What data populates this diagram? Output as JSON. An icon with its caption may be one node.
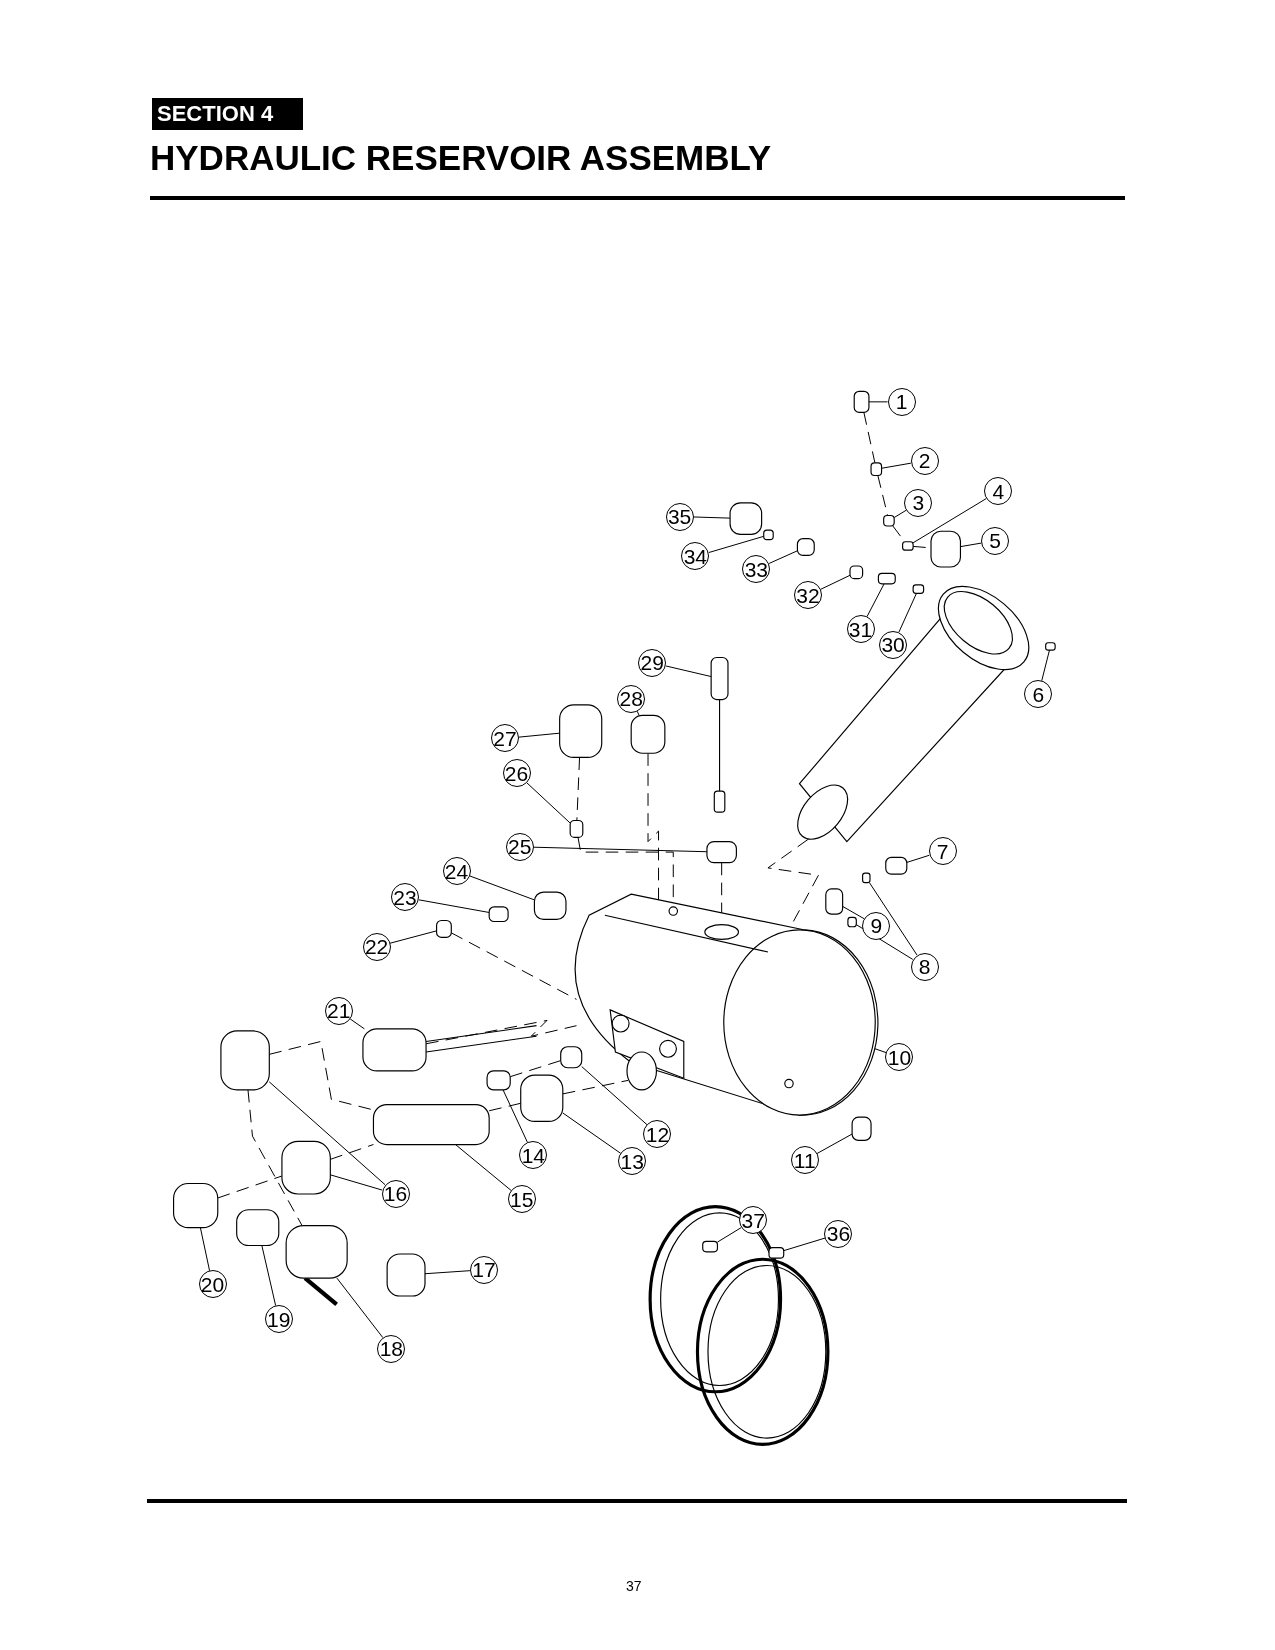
{
  "diagram": {
    "title": "HYDRAULIC RESERVOIR ASSEMBLY",
    "nodes": [
      {
        "text": [
          "1"
        ]
      },
      {
        "text": [
          "2"
        ]
      },
      {
        "text": [
          "3"
        ]
      },
      {
        "text": [
          "4"
        ]
      },
      {
        "text": [
          "5"
        ]
      },
      {
        "text": [
          "6"
        ]
      },
      {
        "text": [
          "7"
        ]
      },
      {
        "text": [
          "8"
        ]
      },
      {
        "text": [
          "9"
        ]
      },
      {
        "text": [
          "10"
        ]
      },
      {
        "text": [
          "11"
        ]
      },
      {
        "text": [
          "12"
        ]
      },
      {
        "text": [
          "13"
        ]
      },
      {
        "text": [
          "14"
        ]
      },
      {
        "text": [
          "15"
        ]
      },
      {
        "text": [
          "16"
        ]
      },
      {
        "text": [
          "17"
        ]
      },
      {
        "text": [
          "18"
        ]
      },
      {
        "text": [
          "19"
        ]
      },
      {
        "text": [
          "20"
        ]
      },
      {
        "text": [
          "21"
        ]
      },
      {
        "text": [
          "22"
        ]
      },
      {
        "text": [
          "23"
        ]
      },
      {
        "text": [
          "24"
        ]
      },
      {
        "text": [
          "25"
        ]
      },
      {
        "text": [
          "26"
        ]
      },
      {
        "text": [
          "27"
        ]
      },
      {
        "text": [
          "28"
        ]
      },
      {
        "text": [
          "29"
        ]
      },
      {
        "text": [
          "30"
        ]
      },
      {
        "text": [
          "31"
        ]
      },
      {
        "text": [
          "32"
        ]
      },
      {
        "text": [
          "33"
        ]
      },
      {
        "text": [
          "34"
        ]
      },
      {
        "text": [
          "35"
        ]
      },
      {
        "text": [
          "36"
        ]
      },
      {
        "text": [
          "37"
        ]
      },
      {
        "text": [],
        "shape": "box"
      },
      {
        "text": [],
        "shape": "box"
      },
      {
        "text": [],
        "shape": "box"
      },
      {
        "text": [],
        "shape": "box"
      },
      {
        "text": [],
        "shape": "box"
      },
      {
        "text": [],
        "shape": "box"
      },
      {
        "text": [],
        "shape": "box"
      },
      {
        "text": [],
        "shape": "box"
      },
      {
        "text": [],
        "shape": "box"
      },
      {
        "text": [],
        "shape": "box"
      },
      {
        "text": [],
        "shape": "cylinder"
      },
      {
        "text": [],
        "shape": "box"
      },
      {
        "text": [],
        "shape": "box"
      },
      {
        "text": [],
        "shape": "box"
      },
      {
        "text": [],
        "shape": "box"
      },
      {
        "text": [],
        "shape": "box"
      },
      {
        "text": [],
        "shape": "box"
      },
      {
        "text": [],
        "shape": "box"
      },
      {
        "text": [],
        "shape": "box"
      },
      {
        "text": [],
        "shape": "box"
      },
      {
        "text": [],
        "shape": "box"
      },
      {
        "text": [],
        "shape": "box"
      },
      {
        "text": [],
        "shape": "box"
      },
      {
        "text": [],
        "shape": "box"
      },
      {
        "text": [],
        "shape": "box"
      },
      {
        "text": [],
        "shape": "box"
      },
      {
        "text": [],
        "shape": "box"
      },
      {
        "text": [],
        "shape": "box"
      },
      {
        "text": [],
        "shape": "box"
      },
      {
        "text": [],
        "shape": "box"
      },
      {
        "text": [],
        "shape": "box"
      },
      {
        "text": [],
        "shape": "box"
      },
      {
        "text": [],
        "shape": "box"
      },
      {
        "text": [],
        "shape": "box"
      },
      {
        "text": [],
        "shape": "box"
      },
      {
        "text": [],
        "shape": "box"
      },
      {
        "text": [],
        "shape": "box"
      },
      {
        "text": [],
        "shape": "box"
      },
      {
        "text": [],
        "shape": "box"
      },
      {
        "text": [],
        "shape": "cylinder"
      }
    ],
    "edges": [
      {
        "from": 0,
        "to": 37,
        "arrow": "none"
      },
      {
        "from": 1,
        "to": 38,
        "arrow": "none"
      },
      {
        "from": 2,
        "to": 39,
        "arrow": "none"
      },
      {
        "from": 3,
        "to": 40,
        "arrow": "none"
      },
      {
        "from": 4,
        "to": 41,
        "arrow": "none"
      },
      {
        "from": 5,
        "to": 42,
        "arrow": "none"
      },
      {
        "from": 6,
        "to": 43,
        "arrow": "none"
      },
      {
        "from": 7,
        "to": 44,
        "arrow": "none"
      },
      {
        "from": 7,
        "to": 45,
        "arrow": "none"
      },
      {
        "from": 8,
        "to": 46,
        "arrow": "none"
      },
      {
        "from": 9,
        "to": 47,
        "arrow": "none"
      },
      {
        "from": 10,
        "to": 48,
        "arrow": "none"
      },
      {
        "from": 11,
        "to": 49,
        "arrow": "none"
      },
      {
        "from": 12,
        "to": 50,
        "arrow": "none"
      },
      {
        "from": 13,
        "to": 51,
        "arrow": "none"
      },
      {
        "from": 14,
        "to": 52,
        "arrow": "none"
      },
      {
        "from": 15,
        "to": 53,
        "arrow": "none"
      },
      {
        "from": 15,
        "to": 54,
        "arrow": "none"
      },
      {
        "from": 16,
        "to": 55,
        "arrow": "none"
      },
      {
        "from": 17,
        "to": 56,
        "arrow": "none"
      },
      {
        "from": 18,
        "to": 57,
        "arrow": "none"
      },
      {
        "from": 19,
        "to": 58,
        "arrow": "none"
      },
      {
        "from": 20,
        "to": 59,
        "arrow": "none"
      },
      {
        "from": 21,
        "to": 60,
        "arrow": "none"
      },
      {
        "from": 22,
        "to": 61,
        "arrow": "none"
      },
      {
        "from": 23,
        "to": 62,
        "arrow": "none"
      },
      {
        "from": 24,
        "to": 63,
        "arrow": "none"
      },
      {
        "from": 25,
        "to": 64,
        "arrow": "none"
      },
      {
        "from": 26,
        "to": 65,
        "arrow": "none"
      },
      {
        "from": 27,
        "to": 66,
        "arrow": "none"
      },
      {
        "from": 28,
        "to": 67,
        "arrow": "none"
      },
      {
        "from": 29,
        "to": 68,
        "arrow": "none"
      },
      {
        "from": 30,
        "to": 69,
        "arrow": "none"
      },
      {
        "from": 31,
        "to": 70,
        "arrow": "none"
      },
      {
        "from": 32,
        "to": 71,
        "arrow": "none"
      },
      {
        "from": 33,
        "to": 72,
        "arrow": "none"
      },
      {
        "from": 34,
        "to": 73,
        "arrow": "none"
      },
      {
        "from": 35,
        "to": 74,
        "arrow": "none"
      },
      {
        "from": 36,
        "to": 75,
        "arrow": "none"
      },
      {
        "from": 37,
        "to": 38,
        "arrow": "none",
        "style": "dashed"
      },
      {
        "from": 38,
        "to": 39,
        "arrow": "none",
        "style": "dashed"
      },
      {
        "from": 39,
        "to": 40,
        "arrow": "none",
        "style": "dashed"
      },
      {
        "from": 40,
        "to": 41,
        "arrow": "none",
        "style": "dashed"
      },
      {
        "from": 65,
        "to": 64,
        "arrow": "none",
        "style": "dashed"
      },
      {
        "from": 64,
        "to": 47,
        "arrow": "none",
        "style": "dashed"
      },
      {
        "from": 66,
        "to": 47,
        "arrow": "none",
        "style": "dashed"
      },
      {
        "from": 63,
        "to": 47,
        "arrow": "none",
        "style": "dashed"
      },
      {
        "from": 60,
        "to": 47,
        "arrow": "none",
        "style": "dashed"
      },
      {
        "from": 59,
        "to": 47,
        "arrow": "none",
        "style": "dashed"
      },
      {
        "from": 53,
        "to": 52,
        "arrow": "none",
        "style": "dashed"
      },
      {
        "from": 53,
        "to": 56,
        "arrow": "none",
        "style": "dashed"
      },
      {
        "from": 58,
        "to": 54,
        "arrow": "none",
        "style": "dashed"
      },
      {
        "from": 54,
        "to": 52,
        "arrow": "none",
        "style": "dashed"
      },
      {
        "from": 52,
        "to": 50,
        "arrow": "none",
        "style": "dashed"
      },
      {
        "from": 51,
        "to": 49,
        "arrow": "none",
        "style": "dashed"
      },
      {
        "from": 76,
        "to": 47,
        "arrow": "none",
        "style": "dashed"
      },
      {
        "from": 50,
        "to": 47,
        "arrow": "none",
        "style": "dashed"
      }
    ],
    "labels": [
      "SECTION 4",
      "37"
    ]
  }
}
